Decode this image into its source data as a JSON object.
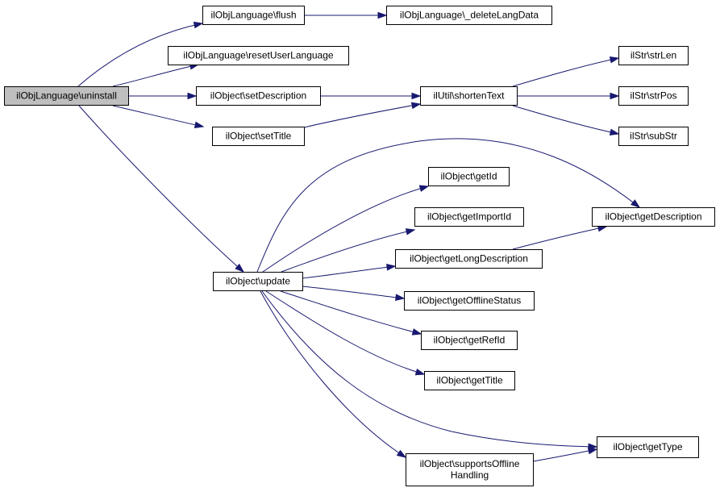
{
  "nodes": [
    {
      "id": "uninstall",
      "lines": [
        "ilObjLanguage\\uninstall"
      ],
      "root": true
    },
    {
      "id": "flush",
      "lines": [
        "ilObjLanguage\\flush"
      ]
    },
    {
      "id": "deleteLangData",
      "lines": [
        "ilObjLanguage\\_deleteLangData"
      ]
    },
    {
      "id": "resetUserLanguage",
      "lines": [
        "ilObjLanguage\\resetUserLanguage"
      ]
    },
    {
      "id": "setDescription",
      "lines": [
        "ilObject\\setDescription"
      ]
    },
    {
      "id": "shortenText",
      "lines": [
        "ilUtil\\shortenText"
      ]
    },
    {
      "id": "strLen",
      "lines": [
        "ilStr\\strLen"
      ]
    },
    {
      "id": "strPos",
      "lines": [
        "ilStr\\strPos"
      ]
    },
    {
      "id": "subStr",
      "lines": [
        "ilStr\\subStr"
      ]
    },
    {
      "id": "setTitle",
      "lines": [
        "ilObject\\setTitle"
      ]
    },
    {
      "id": "update",
      "lines": [
        "ilObject\\update"
      ]
    },
    {
      "id": "getId",
      "lines": [
        "ilObject\\getId"
      ]
    },
    {
      "id": "getImportId",
      "lines": [
        "ilObject\\getImportId"
      ]
    },
    {
      "id": "getDescription",
      "lines": [
        "ilObject\\getDescription"
      ]
    },
    {
      "id": "getLongDescription",
      "lines": [
        "ilObject\\getLongDescription"
      ]
    },
    {
      "id": "getOfflineStatus",
      "lines": [
        "ilObject\\getOfflineStatus"
      ]
    },
    {
      "id": "getRefId",
      "lines": [
        "ilObject\\getRefId"
      ]
    },
    {
      "id": "getTitle",
      "lines": [
        "ilObject\\getTitle"
      ]
    },
    {
      "id": "getType",
      "lines": [
        "ilObject\\getType"
      ]
    },
    {
      "id": "supportsOfflineHandling",
      "lines": [
        "ilObject\\supportsOffline",
        "Handling"
      ]
    }
  ],
  "edges": [
    {
      "from": "uninstall",
      "to": "flush"
    },
    {
      "from": "uninstall",
      "to": "resetUserLanguage"
    },
    {
      "from": "uninstall",
      "to": "setDescription"
    },
    {
      "from": "uninstall",
      "to": "setTitle"
    },
    {
      "from": "uninstall",
      "to": "update"
    },
    {
      "from": "flush",
      "to": "deleteLangData"
    },
    {
      "from": "setDescription",
      "to": "shortenText"
    },
    {
      "from": "setTitle",
      "to": "shortenText"
    },
    {
      "from": "shortenText",
      "to": "strLen"
    },
    {
      "from": "shortenText",
      "to": "strPos"
    },
    {
      "from": "shortenText",
      "to": "subStr"
    },
    {
      "from": "update",
      "to": "getDescription"
    },
    {
      "from": "update",
      "to": "getId"
    },
    {
      "from": "update",
      "to": "getImportId"
    },
    {
      "from": "update",
      "to": "getLongDescription"
    },
    {
      "from": "update",
      "to": "getOfflineStatus"
    },
    {
      "from": "update",
      "to": "getRefId"
    },
    {
      "from": "update",
      "to": "getTitle"
    },
    {
      "from": "update",
      "to": "getType"
    },
    {
      "from": "update",
      "to": "supportsOfflineHandling"
    },
    {
      "from": "getLongDescription",
      "to": "getDescription"
    },
    {
      "from": "supportsOfflineHandling",
      "to": "getType"
    }
  ],
  "colors": {
    "edge": "#191970",
    "root_fill": "#bfbfbf",
    "node_fill": "#ffffff",
    "border": "#000000"
  }
}
